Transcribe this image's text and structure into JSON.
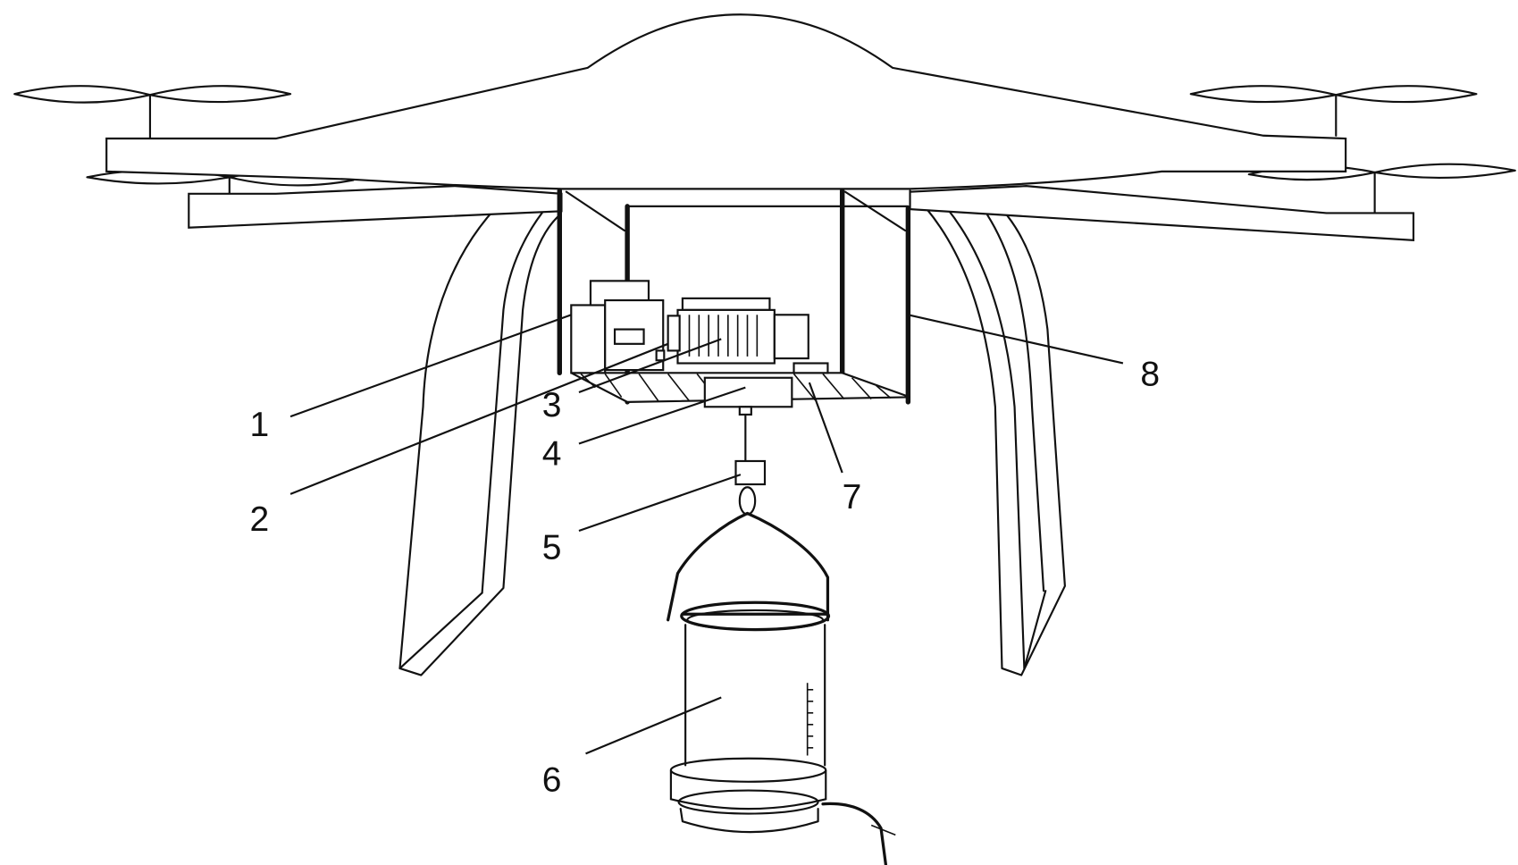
{
  "labels": [
    "1",
    "2",
    "3",
    "4",
    "5",
    "6",
    "7",
    "8"
  ],
  "colors": {
    "line": "#111111",
    "background": "#ffffff"
  }
}
